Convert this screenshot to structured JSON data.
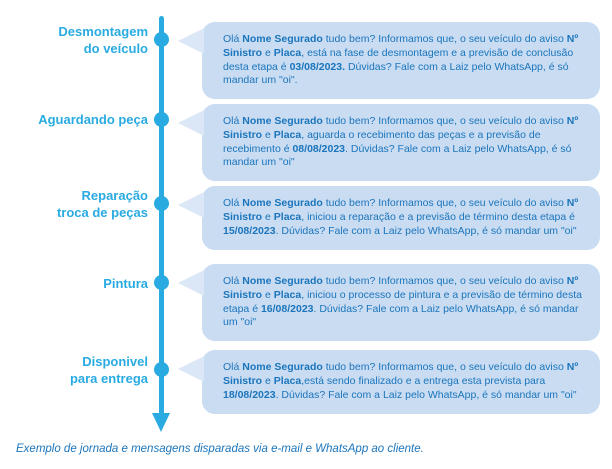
{
  "colors": {
    "accent": "#29abe2",
    "bubble": "#c9dcf2",
    "tail": "#dbe6f6",
    "text": "#1b75bc"
  },
  "stages": [
    {
      "label": "Desmontagem\ndo veículo",
      "message": [
        {
          "t": "Olá ",
          "b": false
        },
        {
          "t": "Nome Segurado",
          "b": true
        },
        {
          "t": " tudo bem? Informamos que, o seu veículo do aviso ",
          "b": false
        },
        {
          "t": "Nº Sinistro",
          "b": true
        },
        {
          "t": " e ",
          "b": false
        },
        {
          "t": "Placa",
          "b": true
        },
        {
          "t": ", está na fase de desmontagem e a previsão de conclusão desta etapa é ",
          "b": false
        },
        {
          "t": "03/08/2023.",
          "b": true
        },
        {
          "t": " Dúvidas? Fale com a Laiz pelo WhatsApp, é só mandar um \"oi\".",
          "b": false
        }
      ]
    },
    {
      "label": "Aguardando peça",
      "message": [
        {
          "t": "Olá ",
          "b": false
        },
        {
          "t": "Nome Segurado",
          "b": true
        },
        {
          "t": " tudo bem? Informamos que, o seu veículo do aviso ",
          "b": false
        },
        {
          "t": "Nº Sinistro",
          "b": true
        },
        {
          "t": " e ",
          "b": false
        },
        {
          "t": "Placa",
          "b": true
        },
        {
          "t": ", aguarda o recebimento das peças e a previsão de recebimento é ",
          "b": false
        },
        {
          "t": "08/08/2023",
          "b": true
        },
        {
          "t": ". Dúvidas? Fale com a Laiz pelo WhatsApp, é só mandar um \"oi\"",
          "b": false
        }
      ]
    },
    {
      "label": "Reparação\ntroca de peças",
      "message": [
        {
          "t": "Olá ",
          "b": false
        },
        {
          "t": "Nome Segurado",
          "b": true
        },
        {
          "t": " tudo bem? Informamos que, o seu veículo do aviso ",
          "b": false
        },
        {
          "t": "Nº Sinistro",
          "b": true
        },
        {
          "t": " e ",
          "b": false
        },
        {
          "t": "Placa",
          "b": true
        },
        {
          "t": ", iniciou a reparação e a previsão de término desta etapa é ",
          "b": false
        },
        {
          "t": "15/08/2023",
          "b": true
        },
        {
          "t": ". Dúvidas? Fale com a Laiz pelo WhatsApp, é só mandar um \"oi\"",
          "b": false
        }
      ]
    },
    {
      "label": "Pintura",
      "message": [
        {
          "t": "Olá ",
          "b": false
        },
        {
          "t": "Nome Segurado",
          "b": true
        },
        {
          "t": " tudo bem? Informamos que, o seu veículo do aviso ",
          "b": false
        },
        {
          "t": "Nº Sinistro",
          "b": true
        },
        {
          "t": " e ",
          "b": false
        },
        {
          "t": "Placa",
          "b": true
        },
        {
          "t": ", iniciou o processo de pintura e a previsão de término desta etapa é ",
          "b": false
        },
        {
          "t": "16/08/2023",
          "b": true
        },
        {
          "t": ". Dúvidas? Fale com a Laiz pelo WhatsApp, é só mandar um \"oi\"",
          "b": false
        }
      ]
    },
    {
      "label": "Disponivel\npara entrega",
      "message": [
        {
          "t": "Olá ",
          "b": false
        },
        {
          "t": "Nome Segurado",
          "b": true
        },
        {
          "t": " tudo bem? Informamos que, o seu veículo do aviso ",
          "b": false
        },
        {
          "t": "Nº Sinistro",
          "b": true
        },
        {
          "t": " e ",
          "b": false
        },
        {
          "t": "Placa",
          "b": true
        },
        {
          "t": ",está sendo finalizado e a entrega esta prevista para ",
          "b": false
        },
        {
          "t": "18/08/2023",
          "b": true
        },
        {
          "t": ". Dúvidas? Fale com a Laiz pelo WhatsApp, é só mandar um \"oi\"",
          "b": false
        }
      ]
    }
  ],
  "footer": {
    "caption": "Exemplo de jornada e mensagens disparadas via e-mail e WhatsApp ao cliente."
  }
}
